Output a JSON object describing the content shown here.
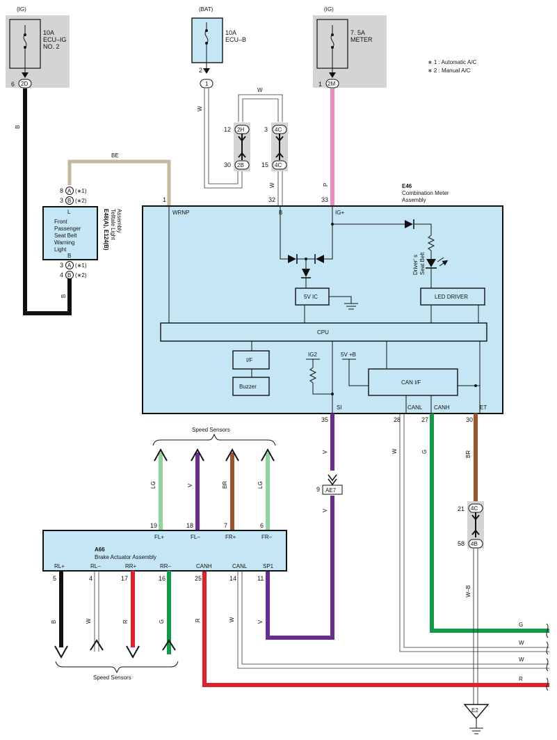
{
  "fuses": {
    "ig_left": {
      "supply": "(IG)",
      "rating": "10A",
      "name_line1": "ECU–IG",
      "name_line2": "NO. 2",
      "pin": "6",
      "connector": "2D"
    },
    "bat": {
      "supply": "(BAT)",
      "rating": "10A",
      "name_line1": "ECU–B",
      "pin": "2",
      "connector": "1"
    },
    "ig_right": {
      "supply": "(IG)",
      "rating": "7. 5A",
      "name_line1": "METER",
      "pin": "1",
      "connector": "2M"
    }
  },
  "notes": [
    "∗ 1 : Automatic A/C",
    "∗ 2 : Manual A/C"
  ],
  "wire_colors": {
    "B": "B",
    "W": "W",
    "P": "P",
    "BE": "BE",
    "V": "V",
    "G": "G",
    "BR": "BR",
    "LG": "LG",
    "R": "R",
    "WB": "W–B"
  },
  "colors": {
    "black": "#111111",
    "pink": "#f08ac0",
    "tan": "#c8b7a0",
    "purple": "#6a2c91",
    "green": "#119a48",
    "brown": "#a0522d",
    "lightgreen": "#8fd4a0",
    "red": "#e0202a",
    "box_fill": "#c5e7f5",
    "fuse_bg": "#d4d4d4"
  },
  "telltale": {
    "pins_top": [
      {
        "pin": "8",
        "conn": "A",
        "note": "(∗1)"
      },
      {
        "pin": "3",
        "conn": "B",
        "note": "(∗2)"
      }
    ],
    "pins_bottom": [
      {
        "pin": "3",
        "conn": "A",
        "note": "(∗1)"
      },
      {
        "pin": "4",
        "conn": "B",
        "note": "(∗2)"
      }
    ],
    "label_top": "L",
    "label_bottom": "B",
    "text_lines": [
      "Front",
      "Passenger",
      "Seat Belt",
      "Warning",
      "Light"
    ],
    "code": "E48(A), E124(B)",
    "name_line1": "Telltale Light",
    "name_line2": "Assembly"
  },
  "junctions": {
    "j2h": {
      "pin_top": "12",
      "conn_top": "2H",
      "pin_bottom": "30",
      "conn_bottom": "2B"
    },
    "j4c": {
      "pin_top": "3",
      "conn_top": "4C",
      "pin_bottom": "15",
      "conn_bottom": "4C"
    },
    "j4c_lower": {
      "pin_top": "21",
      "conn_top": "4C",
      "pin_bottom": "58",
      "conn_bottom": "4B"
    },
    "ae7": {
      "pin": "9",
      "conn": "AE7"
    }
  },
  "meter": {
    "code": "E46",
    "name_line1": "Combination Meter",
    "name_line2": "Assembly",
    "pins_top": [
      {
        "pin": "1",
        "label": "WRNP"
      },
      {
        "pin": "32",
        "label": "B"
      },
      {
        "pin": "33",
        "label": "IG+"
      }
    ],
    "pins_bottom": [
      {
        "pin": "35",
        "label": "SI"
      },
      {
        "pin": "28",
        "label": "CANL"
      },
      {
        "pin": "27",
        "label": "CANH"
      },
      {
        "pin": "30",
        "label": "ET"
      }
    ],
    "ic": "5V IC",
    "led_driver": "LED DRIVER",
    "cpu": "CPU",
    "if": "I/F",
    "buzzer": "Buzzer",
    "can_if": "CAN I/F",
    "ig2": "IG2",
    "vb": "5V +B",
    "driver_line1": "Driver' s",
    "driver_line2": "Seat Belt"
  },
  "speed_sensors_label": "Speed Sensors",
  "actuator": {
    "code": "A66",
    "name": "Brake Actuator Assembly",
    "pins_top": [
      {
        "pin": "19",
        "label": "FL+"
      },
      {
        "pin": "18",
        "label": "FL–"
      },
      {
        "pin": "7",
        "label": "FR+"
      },
      {
        "pin": "6",
        "label": "FR–"
      }
    ],
    "pins_bottom": [
      {
        "pin": "5",
        "label": "RL+"
      },
      {
        "pin": "4",
        "label": "RL–"
      },
      {
        "pin": "17",
        "label": "RR+"
      },
      {
        "pin": "16",
        "label": "RR–"
      },
      {
        "pin": "25",
        "label": "CANH"
      },
      {
        "pin": "14",
        "label": "CANL"
      },
      {
        "pin": "11",
        "label": "SP1"
      }
    ]
  },
  "ground": "E2"
}
